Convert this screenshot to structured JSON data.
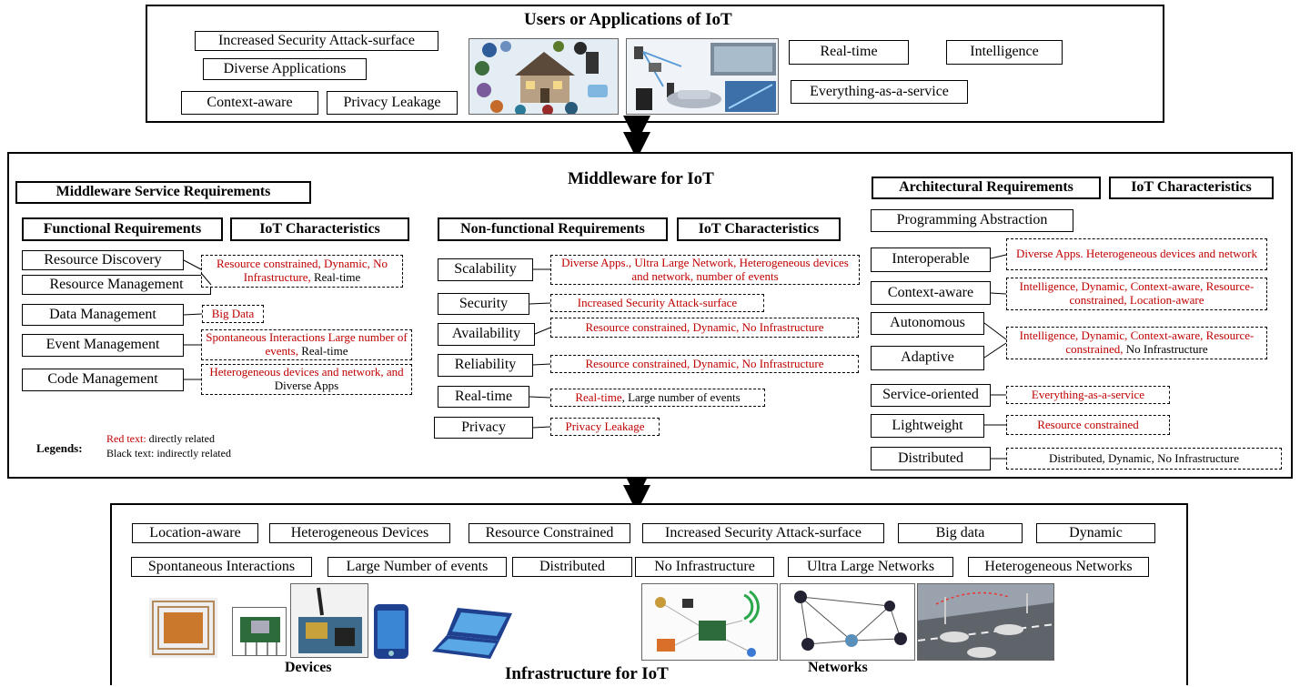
{
  "top": {
    "title": "Users or Applications of IoT",
    "tags": [
      "Increased Security Attack-surface",
      "Diverse Applications",
      "Context-aware",
      "Privacy Leakage",
      "Real-time",
      "Intelligence",
      "Everything-as-a-service"
    ]
  },
  "middle": {
    "title": "Middleware for IoT",
    "service_req_title": "Middleware Service Requirements",
    "functional": {
      "header": "Functional Requirements",
      "char_header": "IoT Characteristics",
      "items": [
        "Resource Discovery",
        "Resource Management",
        "Data Management",
        "Event Management",
        "Code Management"
      ],
      "chars": [
        {
          "red": "Resource constrained, Dynamic, No Infrastructure,",
          "black": " Real-time"
        },
        {
          "red": "Big Data",
          "black": ""
        },
        {
          "red": "Spontaneous Interactions Large number of events,",
          "black": " Real-time"
        },
        {
          "red": "Heterogeneous devices and network, and",
          "black": " Diverse Apps"
        }
      ]
    },
    "nonfunctional": {
      "header": "Non-functional Requirements",
      "char_header": "IoT Characteristics",
      "items": [
        "Scalability",
        "Security",
        "Availability",
        "Reliability",
        "Real-time",
        "Privacy"
      ],
      "chars": [
        {
          "red": "Diverse Apps., Ultra Large Network, Heterogeneous devices and network, number of events",
          "black": ""
        },
        {
          "red": "Increased Security Attack-surface",
          "black": ""
        },
        {
          "red": "Resource constrained, Dynamic, No Infrastructure",
          "black": ""
        },
        {
          "red": "Resource constrained, Dynamic, No Infrastructure",
          "black": ""
        },
        {
          "red": "Real-time",
          "black": ", Large number of events"
        },
        {
          "red": "Privacy Leakage",
          "black": ""
        }
      ]
    },
    "architectural": {
      "header": "Architectural Requirements",
      "char_header": "IoT Characteristics",
      "items": [
        "Programming Abstraction",
        "Interoperable",
        "Context-aware",
        "Autonomous",
        "Adaptive",
        "Service-oriented",
        "Lightweight",
        "Distributed"
      ],
      "chars": [
        {
          "red": "Diverse Apps. Heterogeneous devices and network",
          "black": ""
        },
        {
          "red": "Intelligence, Dynamic, Context-aware, Resource-constrained, Location-aware",
          "black": ""
        },
        {
          "red": "Intelligence, Dynamic, Context-aware, Resource-constrained,",
          "black": " No Infrastructure"
        },
        {
          "red": "Everything-as-a-service",
          "black": ""
        },
        {
          "red": "Resource constrained",
          "black": ""
        },
        {
          "red": "",
          "black": "Distributed, Dynamic, No Infrastructure"
        }
      ]
    },
    "legend": {
      "title": "Legends:",
      "red_label": "Red text:",
      "red_desc": " directly related",
      "black_desc": "Black text: indirectly related",
      "red_color": "#c00000"
    }
  },
  "bottom": {
    "title": "Infrastructure for IoT",
    "devices_label": "Devices",
    "networks_label": "Networks",
    "tags_row1": [
      "Location-aware",
      "Heterogeneous Devices",
      "Resource Constrained",
      "Increased Security Attack-surface",
      "Big data",
      "Dynamic"
    ],
    "tags_row2": [
      "Spontaneous Interactions",
      "Large Number of events",
      "Distributed",
      "No Infrastructure",
      "Ultra Large Networks",
      "Heterogeneous Networks"
    ]
  },
  "colors": {
    "related": "#c00000",
    "border": "#000000"
  }
}
